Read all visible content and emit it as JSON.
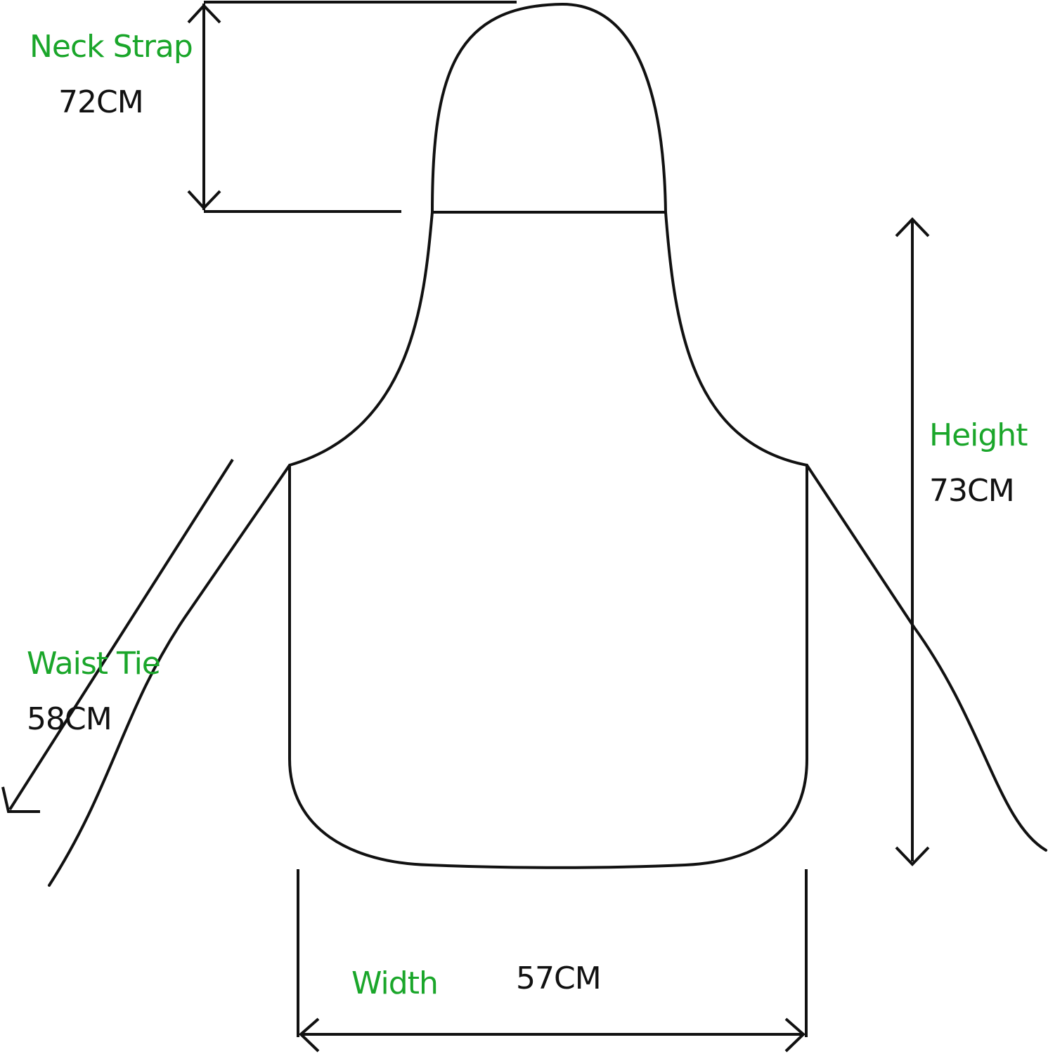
{
  "colors": {
    "label": "#1aa62a",
    "line": "#111111",
    "background": "#ffffff"
  },
  "measurements": {
    "neck_strap": {
      "label": "Neck Strap",
      "value": "72CM"
    },
    "height": {
      "label": "Height",
      "value": "73CM"
    },
    "waist_tie": {
      "label": "Waist Tie",
      "value": "58CM"
    },
    "width": {
      "label": "Width",
      "value": "57CM"
    }
  }
}
